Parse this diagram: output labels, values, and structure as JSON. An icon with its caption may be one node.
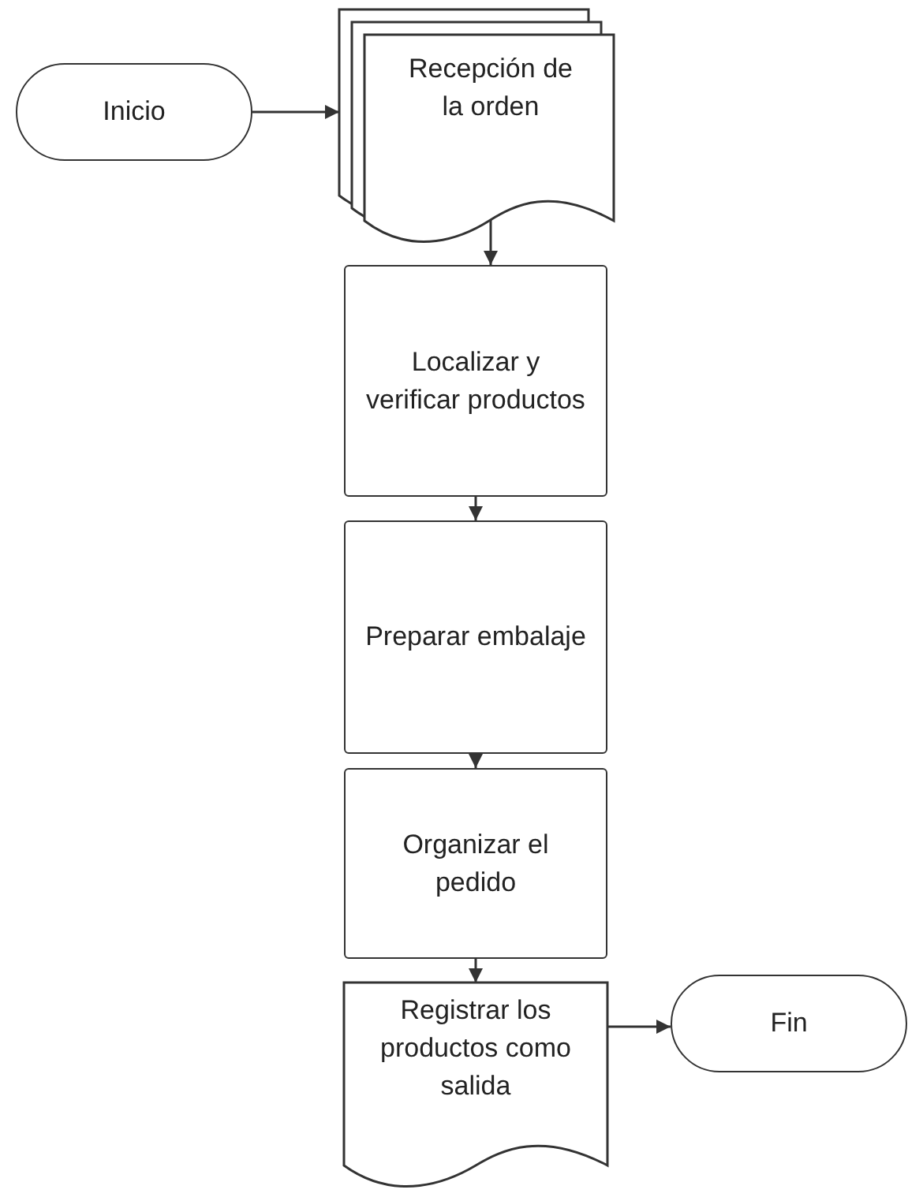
{
  "diagram": {
    "nodes": [
      {
        "text": [
          "Inicio"
        ]
      },
      {
        "text": [
          "Recepción de la orden"
        ]
      },
      {
        "text": [
          "Localizar y verificar productos"
        ]
      },
      {
        "text": [
          "Preparar embalaje"
        ]
      },
      {
        "text": [
          "Organizar el pedido"
        ]
      },
      {
        "text": [
          "Registrar los productos como salida"
        ]
      },
      {
        "text": [
          "Fin"
        ]
      }
    ],
    "edges": [
      {
        "from": 0,
        "to": 1,
        "arrow": "to"
      },
      {
        "from": 1,
        "to": 2,
        "arrow": "to"
      },
      {
        "from": 2,
        "to": 3,
        "arrow": "to"
      },
      {
        "from": 3,
        "to": 4,
        "arrow": "to"
      },
      {
        "from": 4,
        "to": 5,
        "arrow": "to"
      },
      {
        "from": 5,
        "to": 6,
        "arrow": "to"
      }
    ]
  }
}
